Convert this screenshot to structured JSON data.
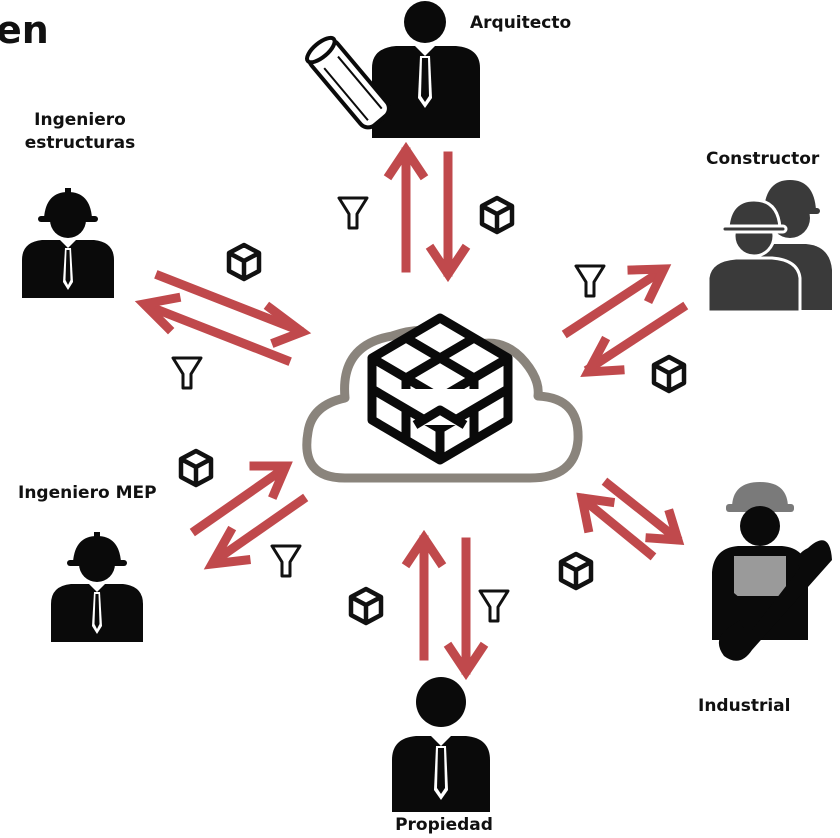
{
  "title": "en",
  "roles": {
    "arquitecto": "Arquitecto",
    "constructor": "Constructor",
    "ingeniero_estructuras_line1": "Ingeniero",
    "ingeniero_estructuras_line2": "estructuras",
    "ingeniero_mep": "Ingeniero MEP",
    "industrial": "Industrial",
    "propiedad": "Propiedad"
  },
  "colors": {
    "arrow": "#c0494c",
    "cloud": "#8a847c",
    "icon": "#111111",
    "icon_gray": "#3a3a3a"
  },
  "icons": {
    "center": "bim-model-cubes-icon",
    "cloud": "cloud-icon",
    "model": "cube-icon",
    "filter": "filter-funnel-icon"
  }
}
